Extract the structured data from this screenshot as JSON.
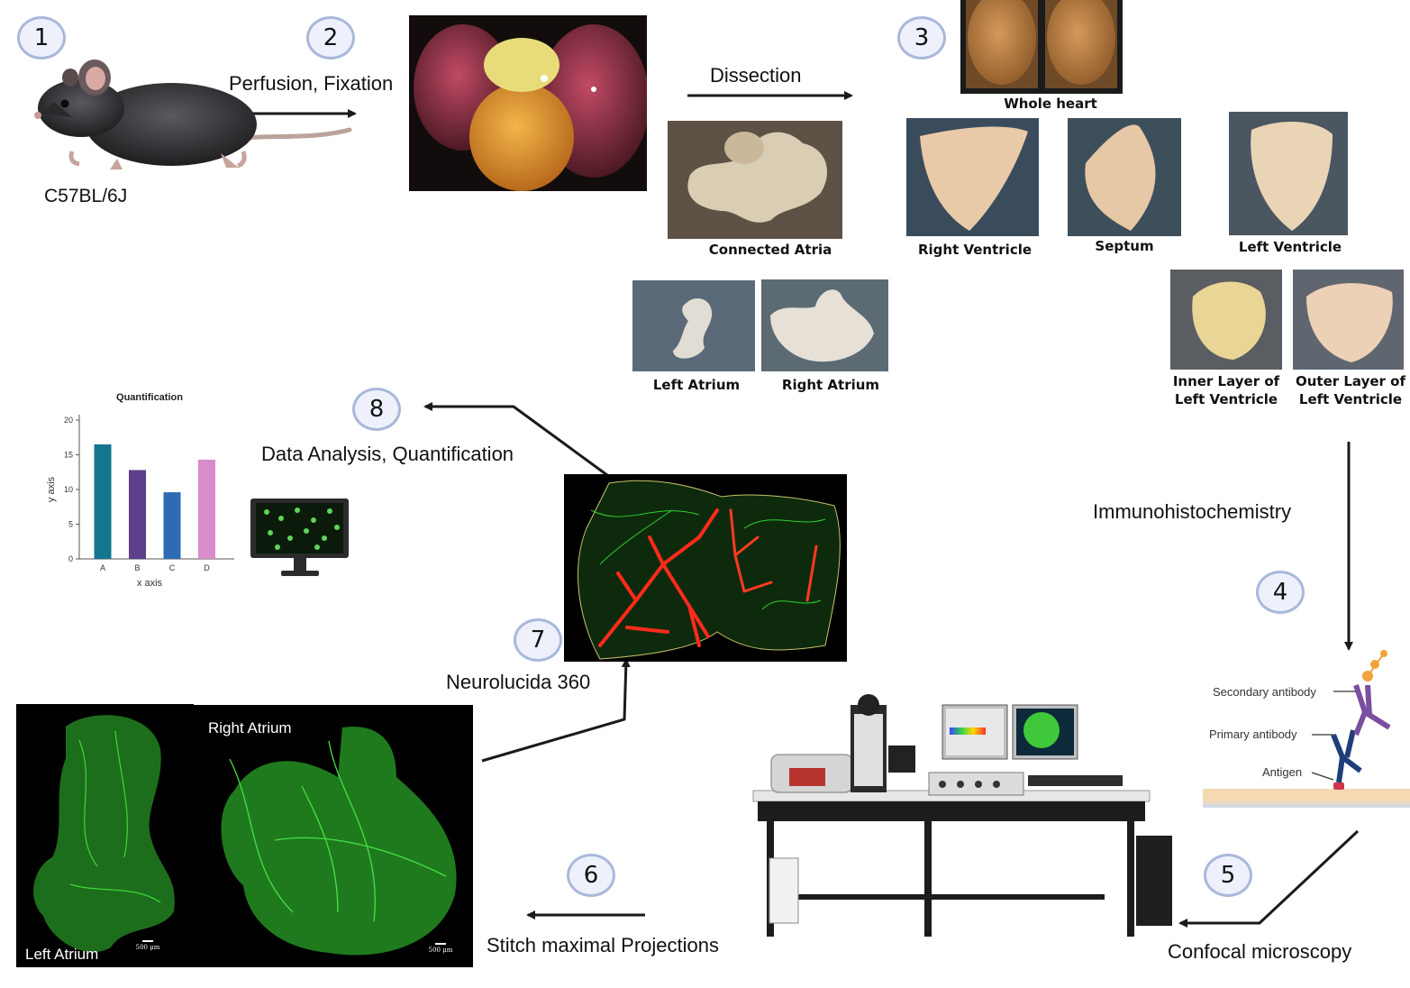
{
  "steps": [
    "1",
    "2",
    "3",
    "4",
    "5",
    "6",
    "7",
    "8"
  ],
  "labels": {
    "strain": "C57BL/6J",
    "perfusion": "Perfusion, Fixation",
    "dissection": "Dissection",
    "immuno": "Immunohistochemistry",
    "confocal": "Confocal microscopy",
    "stitch": "Stitch maximal Projections",
    "neurolucida": "Neurolucida 360",
    "analysis": "Data Analysis, Quantification"
  },
  "captions": {
    "whole_heart": "Whole heart",
    "connected_atria": "Connected Atria",
    "right_ventricle": "Right Ventricle",
    "septum": "Septum",
    "left_ventricle": "Left Ventricle",
    "left_atrium": "Left Atrium",
    "right_atrium": "Right Atrium",
    "inner_layer_1": "Inner Layer of",
    "inner_layer_2": "Left Ventricle",
    "outer_layer_1": "Outer Layer of",
    "outer_layer_2": "Left Ventricle"
  },
  "antibody": {
    "secondary": "Secondary antibody",
    "primary": "Primary antibody",
    "antigen": "Antigen"
  },
  "fluorescence": {
    "left_label": "Left Atrium",
    "right_label": "Right Atrium",
    "scale_left": "500 μm",
    "scale_right": "500 μm"
  },
  "chart_data": {
    "type": "bar",
    "title": "Quantification",
    "xlabel": "x axis",
    "ylabel": "y axis",
    "categories": [
      "A",
      "B",
      "C",
      "D"
    ],
    "values": [
      16.5,
      12.8,
      9.6,
      14.3
    ],
    "colors": [
      "#13768f",
      "#5e3f8c",
      "#2f6bb3",
      "#d98ccb"
    ],
    "ylim": [
      0,
      20
    ],
    "yticks": [
      "0",
      "5",
      "10",
      "15",
      "20"
    ],
    "grid": false
  },
  "colors": {
    "step_fill": "#eef1fb",
    "step_border": "#a9b8da",
    "nerve_green": "#39d637",
    "trace_red": "#ff2a1a"
  }
}
